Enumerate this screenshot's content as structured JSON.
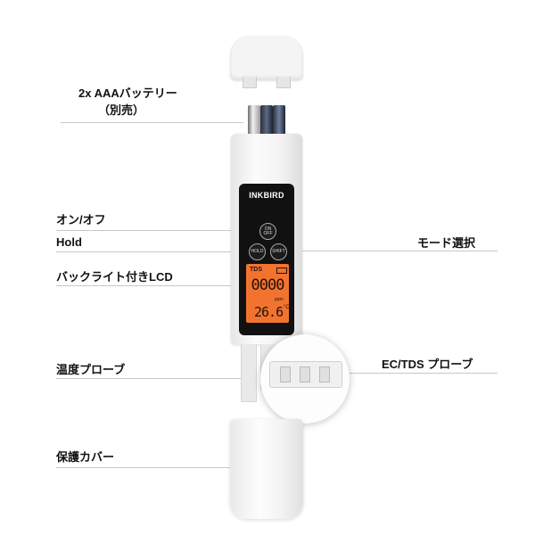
{
  "labels": {
    "battery": "2x AAAバッテリー",
    "battery_note": "（別売）",
    "power": "オン/オフ",
    "hold": "Hold",
    "mode": "モード選択",
    "backlight": "バックライト付きLCD",
    "temp_probe": "温度プローブ",
    "ec_probe": "EC/TDS プローブ",
    "cover": "保護カバー"
  },
  "device": {
    "brand": "INKBIRD",
    "btn_power_line1": "ON",
    "btn_power_line2": "OFF",
    "btn_hold": "HOLD",
    "btn_shift": "SHIFT",
    "lcd_mode": "TDS",
    "lcd_value": "0000",
    "lcd_unit": "ppm",
    "lcd_temp": "26.6",
    "lcd_temp_unit": "°C"
  },
  "colors": {
    "lcd_backlight": "#f27330",
    "panel": "#111111",
    "body": "#f5f5f5"
  }
}
